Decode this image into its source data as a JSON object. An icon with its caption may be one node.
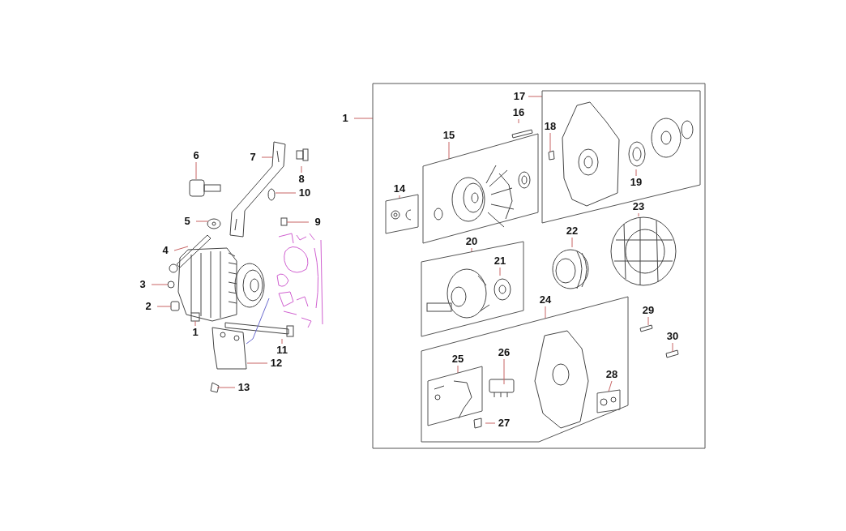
{
  "diagram": {
    "nodes": [
      {
        "text": [
          "6"
        ]
      },
      {
        "text": [
          "7"
        ]
      },
      {
        "text": [
          "8"
        ]
      },
      {
        "text": [
          "10"
        ]
      },
      {
        "text": [
          "9"
        ]
      },
      {
        "text": [
          "5"
        ]
      },
      {
        "text": [
          "4"
        ]
      },
      {
        "text": [
          "3"
        ]
      },
      {
        "text": [
          "2"
        ]
      },
      {
        "text": [
          "1"
        ]
      },
      {
        "text": [
          "11"
        ]
      },
      {
        "text": [
          "12"
        ]
      },
      {
        "text": [
          "13"
        ]
      },
      {
        "text": [
          "1"
        ]
      },
      {
        "text": [],
        "shape": "box"
      },
      {
        "text": [
          "17"
        ],
        "in": 14
      },
      {
        "text": [],
        "shape": "box",
        "in": 14
      },
      {
        "text": [
          "18"
        ],
        "in": 16
      },
      {
        "text": [
          "19"
        ],
        "in": 16
      },
      {
        "text": [
          "16"
        ],
        "in": 14
      },
      {
        "text": [
          "15"
        ],
        "in": 14
      },
      {
        "text": [],
        "shape": "box",
        "in": 14
      },
      {
        "text": [
          "14"
        ],
        "in": 14
      },
      {
        "text": [],
        "shape": "box",
        "in": 14
      },
      {
        "text": [
          "23"
        ],
        "in": 14
      },
      {
        "text": [
          "20"
        ],
        "in": 14
      },
      {
        "text": [],
        "shape": "box",
        "in": 14
      },
      {
        "text": [
          "21"
        ],
        "in": 26
      },
      {
        "text": [
          "22"
        ],
        "in": 14
      },
      {
        "text": [
          "24"
        ],
        "in": 14
      },
      {
        "text": [],
        "shape": "box",
        "in": 14
      },
      {
        "text": [
          "25"
        ],
        "in": 30
      },
      {
        "text": [],
        "shape": "box",
        "in": 30
      },
      {
        "text": [
          "26"
        ],
        "in": 30
      },
      {
        "text": [
          "27"
        ],
        "in": 30
      },
      {
        "text": [
          "28"
        ],
        "in": 30
      },
      {
        "text": [],
        "shape": "box",
        "in": 30
      },
      {
        "text": [
          "29"
        ],
        "in": 14
      },
      {
        "text": [
          "30"
        ],
        "in": 14
      }
    ],
    "edges": [
      {
        "from": 0,
        "to": null,
        "arrow": "none"
      },
      {
        "from": 1,
        "to": null,
        "arrow": "none"
      },
      {
        "from": 2,
        "to": null,
        "arrow": "none"
      },
      {
        "from": 3,
        "to": null,
        "arrow": "none"
      },
      {
        "from": 4,
        "to": null,
        "arrow": "none"
      },
      {
        "from": 5,
        "to": null,
        "arrow": "none"
      },
      {
        "from": 6,
        "to": null,
        "arrow": "none"
      },
      {
        "from": 7,
        "to": null,
        "arrow": "none"
      },
      {
        "from": 8,
        "to": null,
        "arrow": "none"
      },
      {
        "from": 9,
        "to": null,
        "arrow": "none"
      },
      {
        "from": 10,
        "to": null,
        "arrow": "none"
      },
      {
        "from": 11,
        "to": null,
        "arrow": "none"
      },
      {
        "from": 12,
        "to": null,
        "arrow": "none"
      },
      {
        "from": 13,
        "to": 14,
        "arrow": "none"
      },
      {
        "from": 15,
        "to": 16,
        "arrow": "none"
      },
      {
        "from": 17,
        "to": null,
        "arrow": "none"
      },
      {
        "from": 18,
        "to": null,
        "arrow": "none"
      },
      {
        "from": 19,
        "to": null,
        "arrow": "none"
      },
      {
        "from": 20,
        "to": 21,
        "arrow": "none"
      },
      {
        "from": 22,
        "to": 23,
        "arrow": "none"
      },
      {
        "from": 24,
        "to": null,
        "arrow": "none"
      },
      {
        "from": 25,
        "to": 26,
        "arrow": "none"
      },
      {
        "from": 27,
        "to": null,
        "arrow": "none"
      },
      {
        "from": 28,
        "to": null,
        "arrow": "none"
      },
      {
        "from": 29,
        "to": 30,
        "arrow": "none"
      },
      {
        "from": 31,
        "to": 32,
        "arrow": "none"
      },
      {
        "from": 33,
        "to": null,
        "arrow": "none"
      },
      {
        "from": 34,
        "to": null,
        "arrow": "none"
      },
      {
        "from": 35,
        "to": 36,
        "arrow": "none"
      },
      {
        "from": 37,
        "to": null,
        "arrow": "none"
      },
      {
        "from": 38,
        "to": null,
        "arrow": "none"
      }
    ]
  }
}
